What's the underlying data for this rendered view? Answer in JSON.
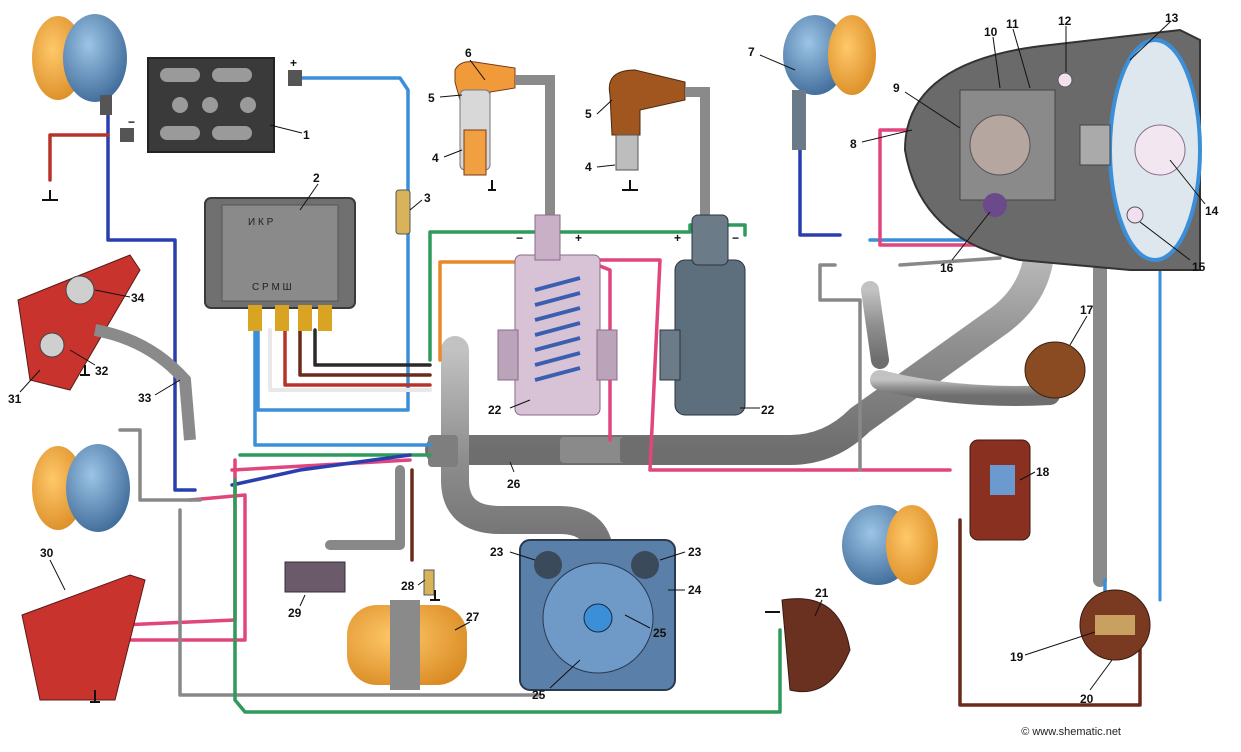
{
  "labels": [
    "1",
    "2",
    "3",
    "4",
    "4",
    "5",
    "5",
    "6",
    "7",
    "8",
    "9",
    "10",
    "11",
    "12",
    "13",
    "14",
    "15",
    "16",
    "17",
    "18",
    "19",
    "20",
    "21",
    "22",
    "22",
    "23",
    "23",
    "24",
    "25",
    "25",
    "26",
    "27",
    "28",
    "29",
    "30",
    "31",
    "32",
    "33",
    "34"
  ],
  "coil_left_marks": {
    "minus": "−",
    "plus": "+"
  },
  "coil_right_marks": {
    "plus": "+",
    "minus": "−"
  },
  "battery_marks": {
    "plus": "+",
    "minus": "−"
  },
  "regulator_text": [
    "И К Р",
    "С Р М Ш"
  ],
  "copyright": "© www.shematic.net",
  "colors": {
    "blue": "#3a8fd8",
    "dark_blue": "#2a3fae",
    "red": "#b8322a",
    "pink": "#e0457e",
    "green": "#2f9a5c",
    "orange": "#e8892a",
    "brown": "#6b2a1a",
    "gray_harness": "#9a9a9a",
    "amber": "#f2a43a",
    "lamp_blue": "#4f7fb0",
    "tail_red": "#c8332e"
  }
}
